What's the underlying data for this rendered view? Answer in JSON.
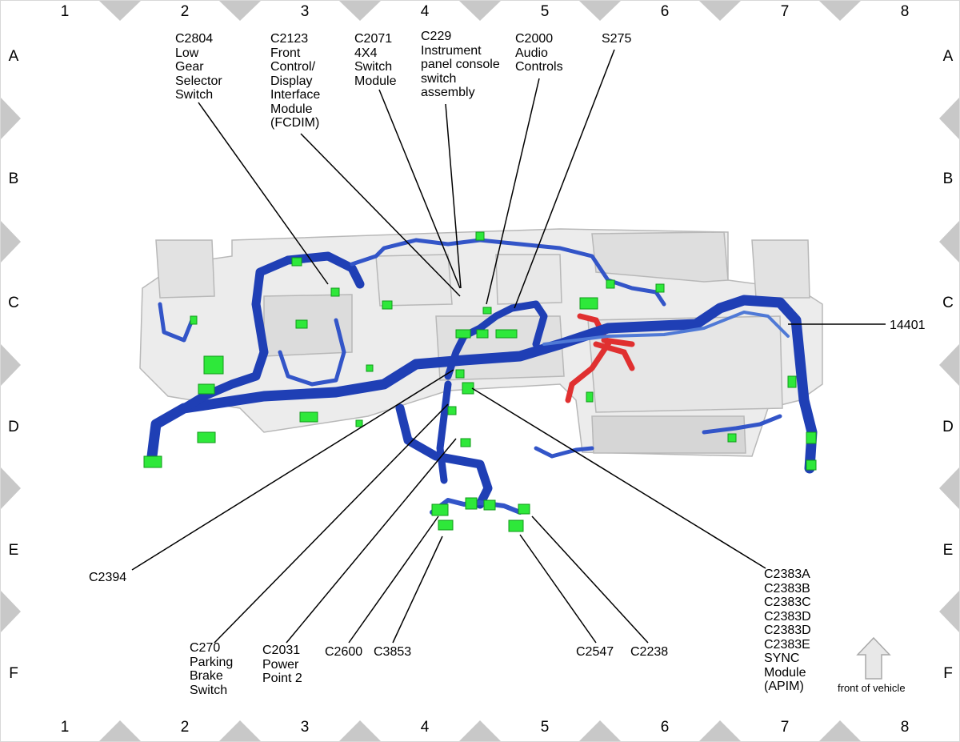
{
  "grid": {
    "columns": [
      "1",
      "2",
      "3",
      "4",
      "5",
      "6",
      "7",
      "8"
    ],
    "rows": [
      "A",
      "B",
      "C",
      "D",
      "E",
      "F"
    ]
  },
  "callouts": {
    "c2804": "C2804\nLow\nGear\nSelector\nSwitch",
    "c2123": "C2123\nFront\nControl/\nDisplay\nInterface\nModule\n(FCDIM)",
    "c2071": "C2071\n4X4\nSwitch\nModule",
    "c229": "C229\nInstrument\npanel console\nswitch\nassembly",
    "c2000": "C2000\nAudio\nControls",
    "s275": "S275",
    "n14401": "14401",
    "c2394": "C2394",
    "c270": "C270\nParking\nBrake\nSwitch",
    "c2031": "C2031\nPower\nPoint 2",
    "c2600": "C2600",
    "c3853": "C3853",
    "c2547": "C2547",
    "c2238": "C2238",
    "c2383": "C2383A\nC2383B\nC2383C\nC2383D\nC2383D\nC2383E\nSYNC\nModule\n(APIM)"
  },
  "front_of_vehicle": "front of vehicle",
  "colors": {
    "harness_blue": "#1f3fb5",
    "harness_blue_light": "#4f79d6",
    "connector_green": "#2ee83a",
    "harness_red": "#e03030",
    "panel_gray": "#e4e4e4",
    "border_triangle": "#c8c8c8"
  }
}
